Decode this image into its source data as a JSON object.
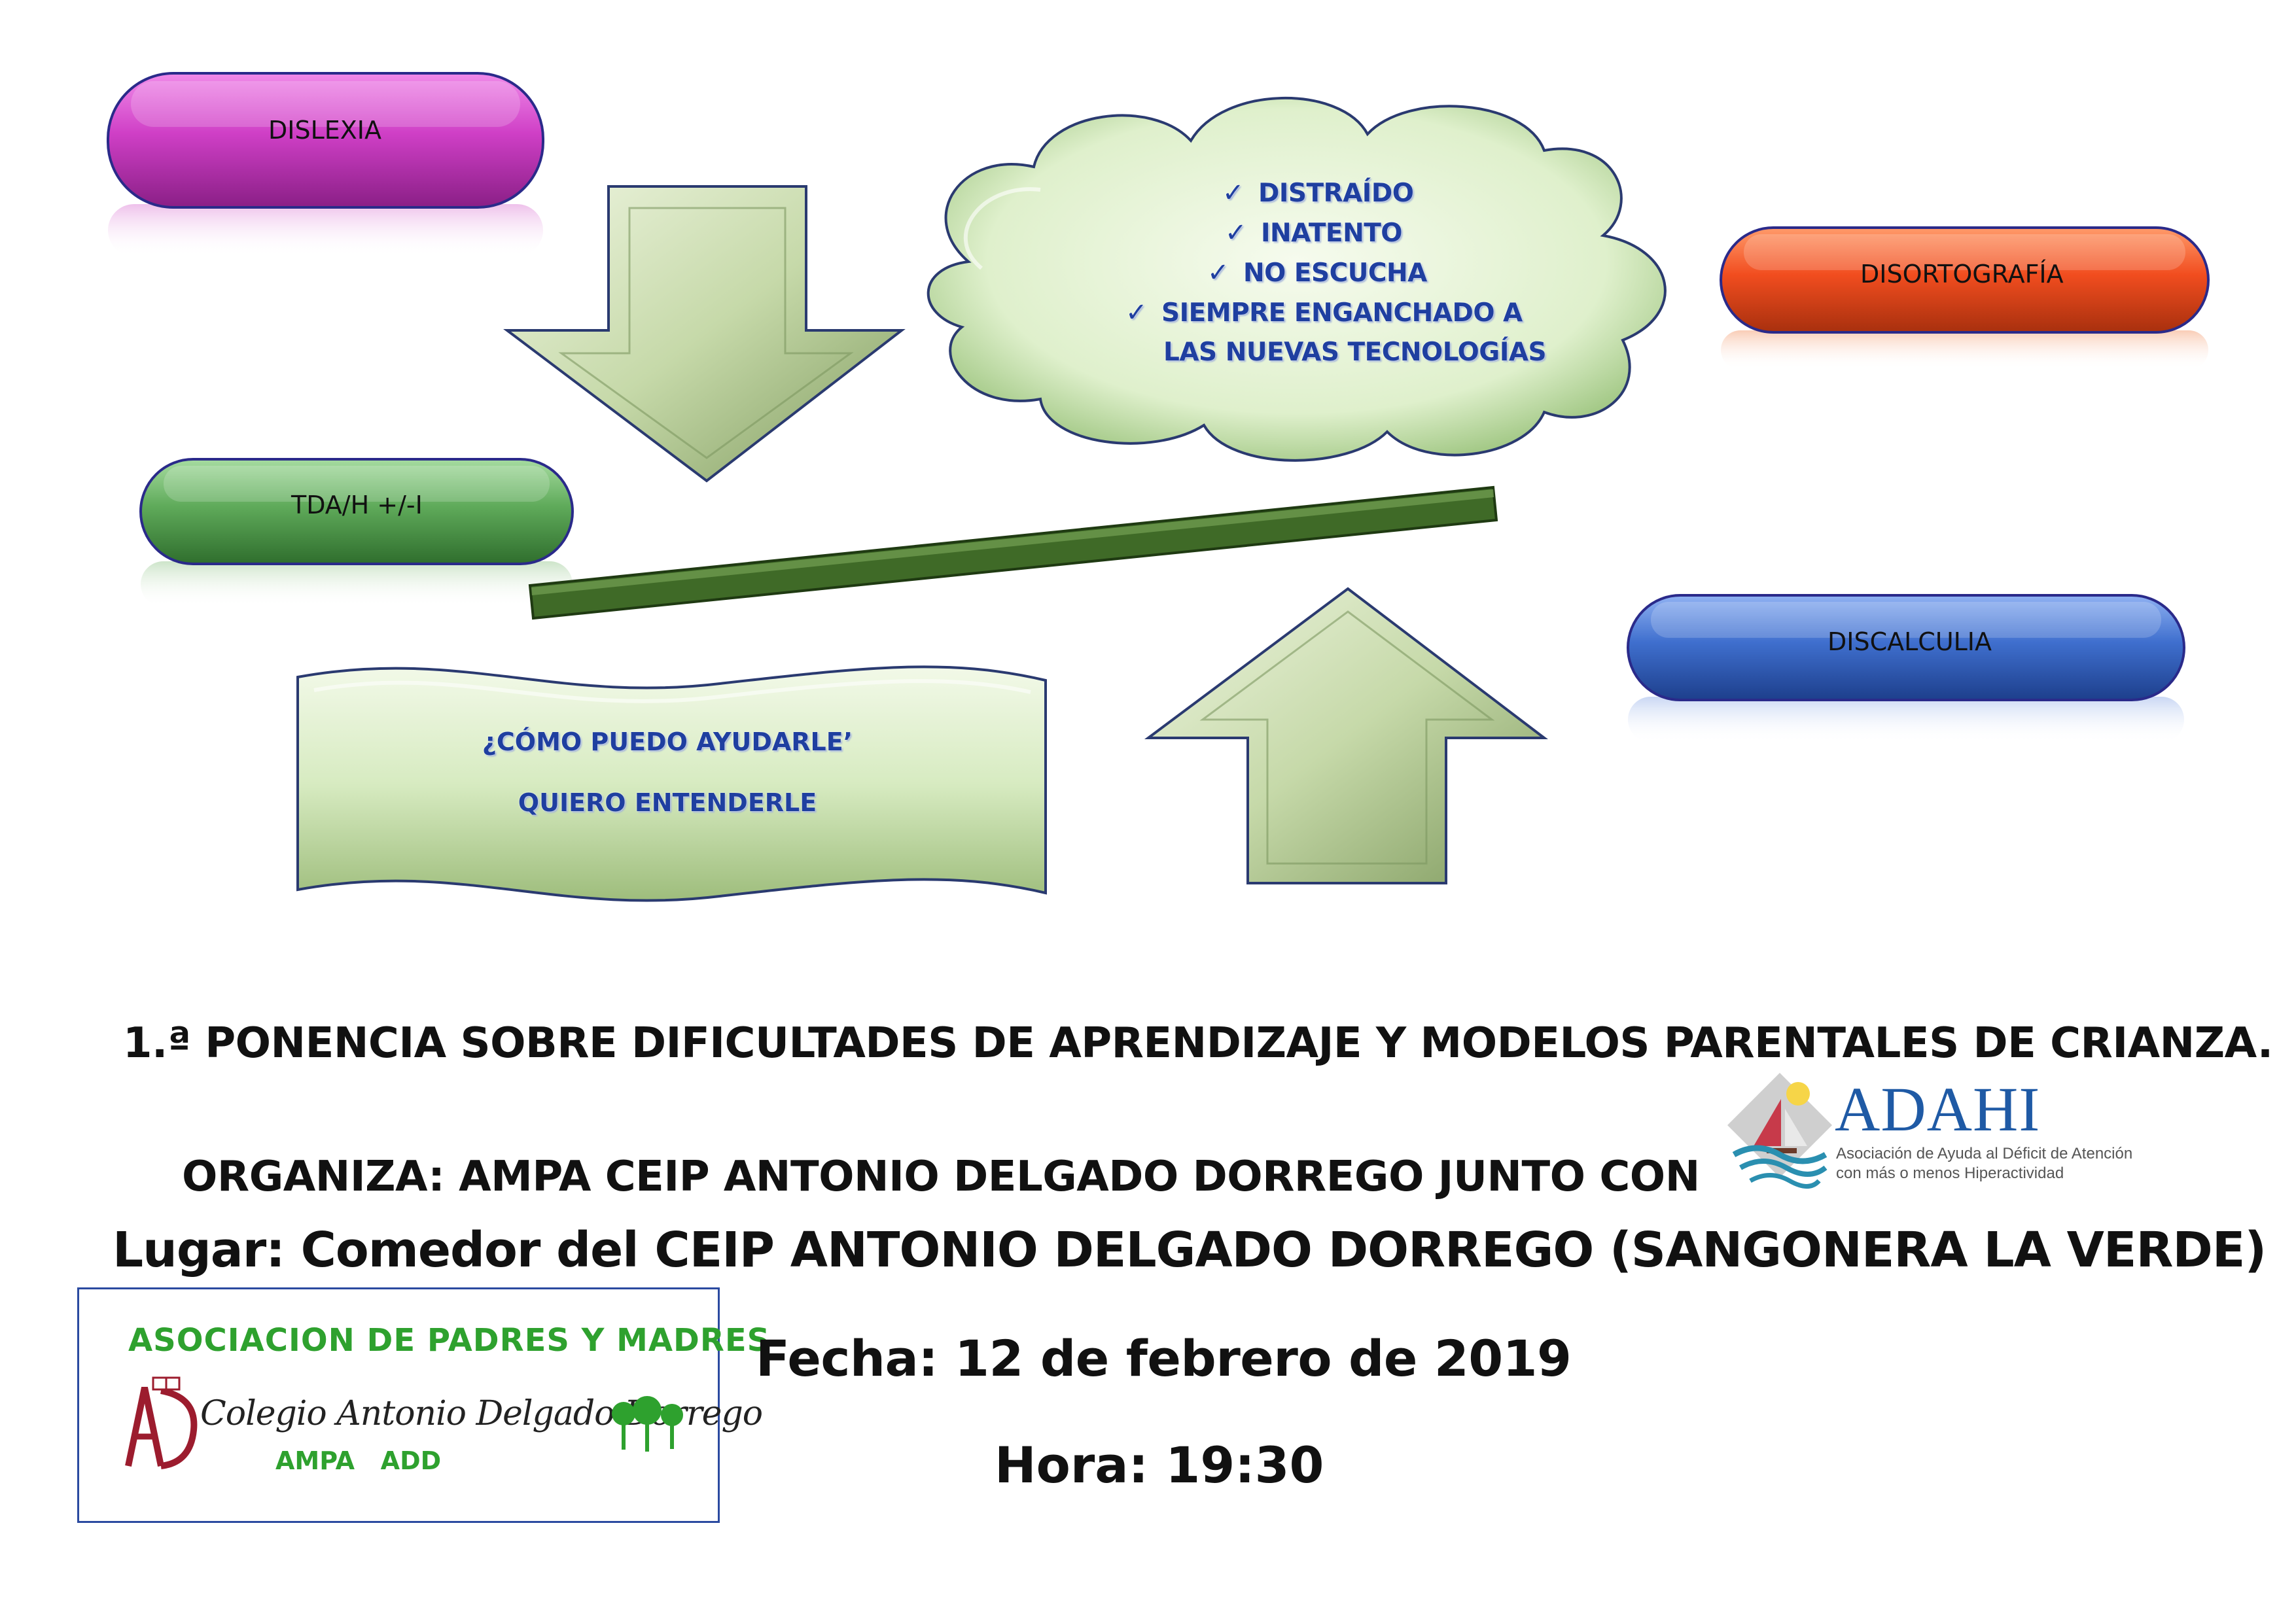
{
  "diagram": {
    "pills": {
      "dislexia": "DISLEXIA",
      "disortografia": "DISORTOGRAFÍA",
      "tdah": "TDA/H +/-I",
      "discalculia": "DISCALCULIA"
    },
    "cloud": {
      "items": [
        "DISTRAÍDO",
        "INATENTO",
        "NO ESCUCHA",
        "SIEMPRE ENGANCHADO A"
      ],
      "continuation": "LAS NUEVAS TECNOLOGÍAS"
    },
    "banner": {
      "line1": "¿CÓMO PUEDO AYUDARLE’",
      "line2": "QUIERO ENTENDERLE"
    },
    "colors": {
      "dislexia": "#c93ec2",
      "disortografia": "#f14d1f",
      "tdah": "#5faa5a",
      "discalculia": "#3f6fce",
      "cloud_fill": "#dff0cc",
      "arrow_fill": "#c6d9a9",
      "bar": "#3f6a27",
      "text_blue": "#1f3fa0"
    }
  },
  "event": {
    "title": "1.ª PONENCIA SOBRE DIFICULTADES DE APRENDIZAJE Y MODELOS PARENTALES DE CRIANZA.",
    "organiza": "ORGANIZA: AMPA CEIP ANTONIO DELGADO DORREGO JUNTO CON",
    "lugar": "Lugar: Comedor del CEIP ANTONIO DELGADO DORREGO (SANGONERA LA VERDE)",
    "fecha": "Fecha: 12 de febrero de 2019",
    "hora": "Hora: 19:30"
  },
  "adahi": {
    "name": "ADAHI",
    "tagline1": "Asociación de Ayuda al Déficit de Atención",
    "tagline2": "con más o menos Hiperactividad"
  },
  "ampa_logo": {
    "title": "ASOCIACION DE PADRES Y MADRES",
    "school": "Colegio Antonio Delgado Dorrego",
    "sub": "AMPA   ADD"
  }
}
